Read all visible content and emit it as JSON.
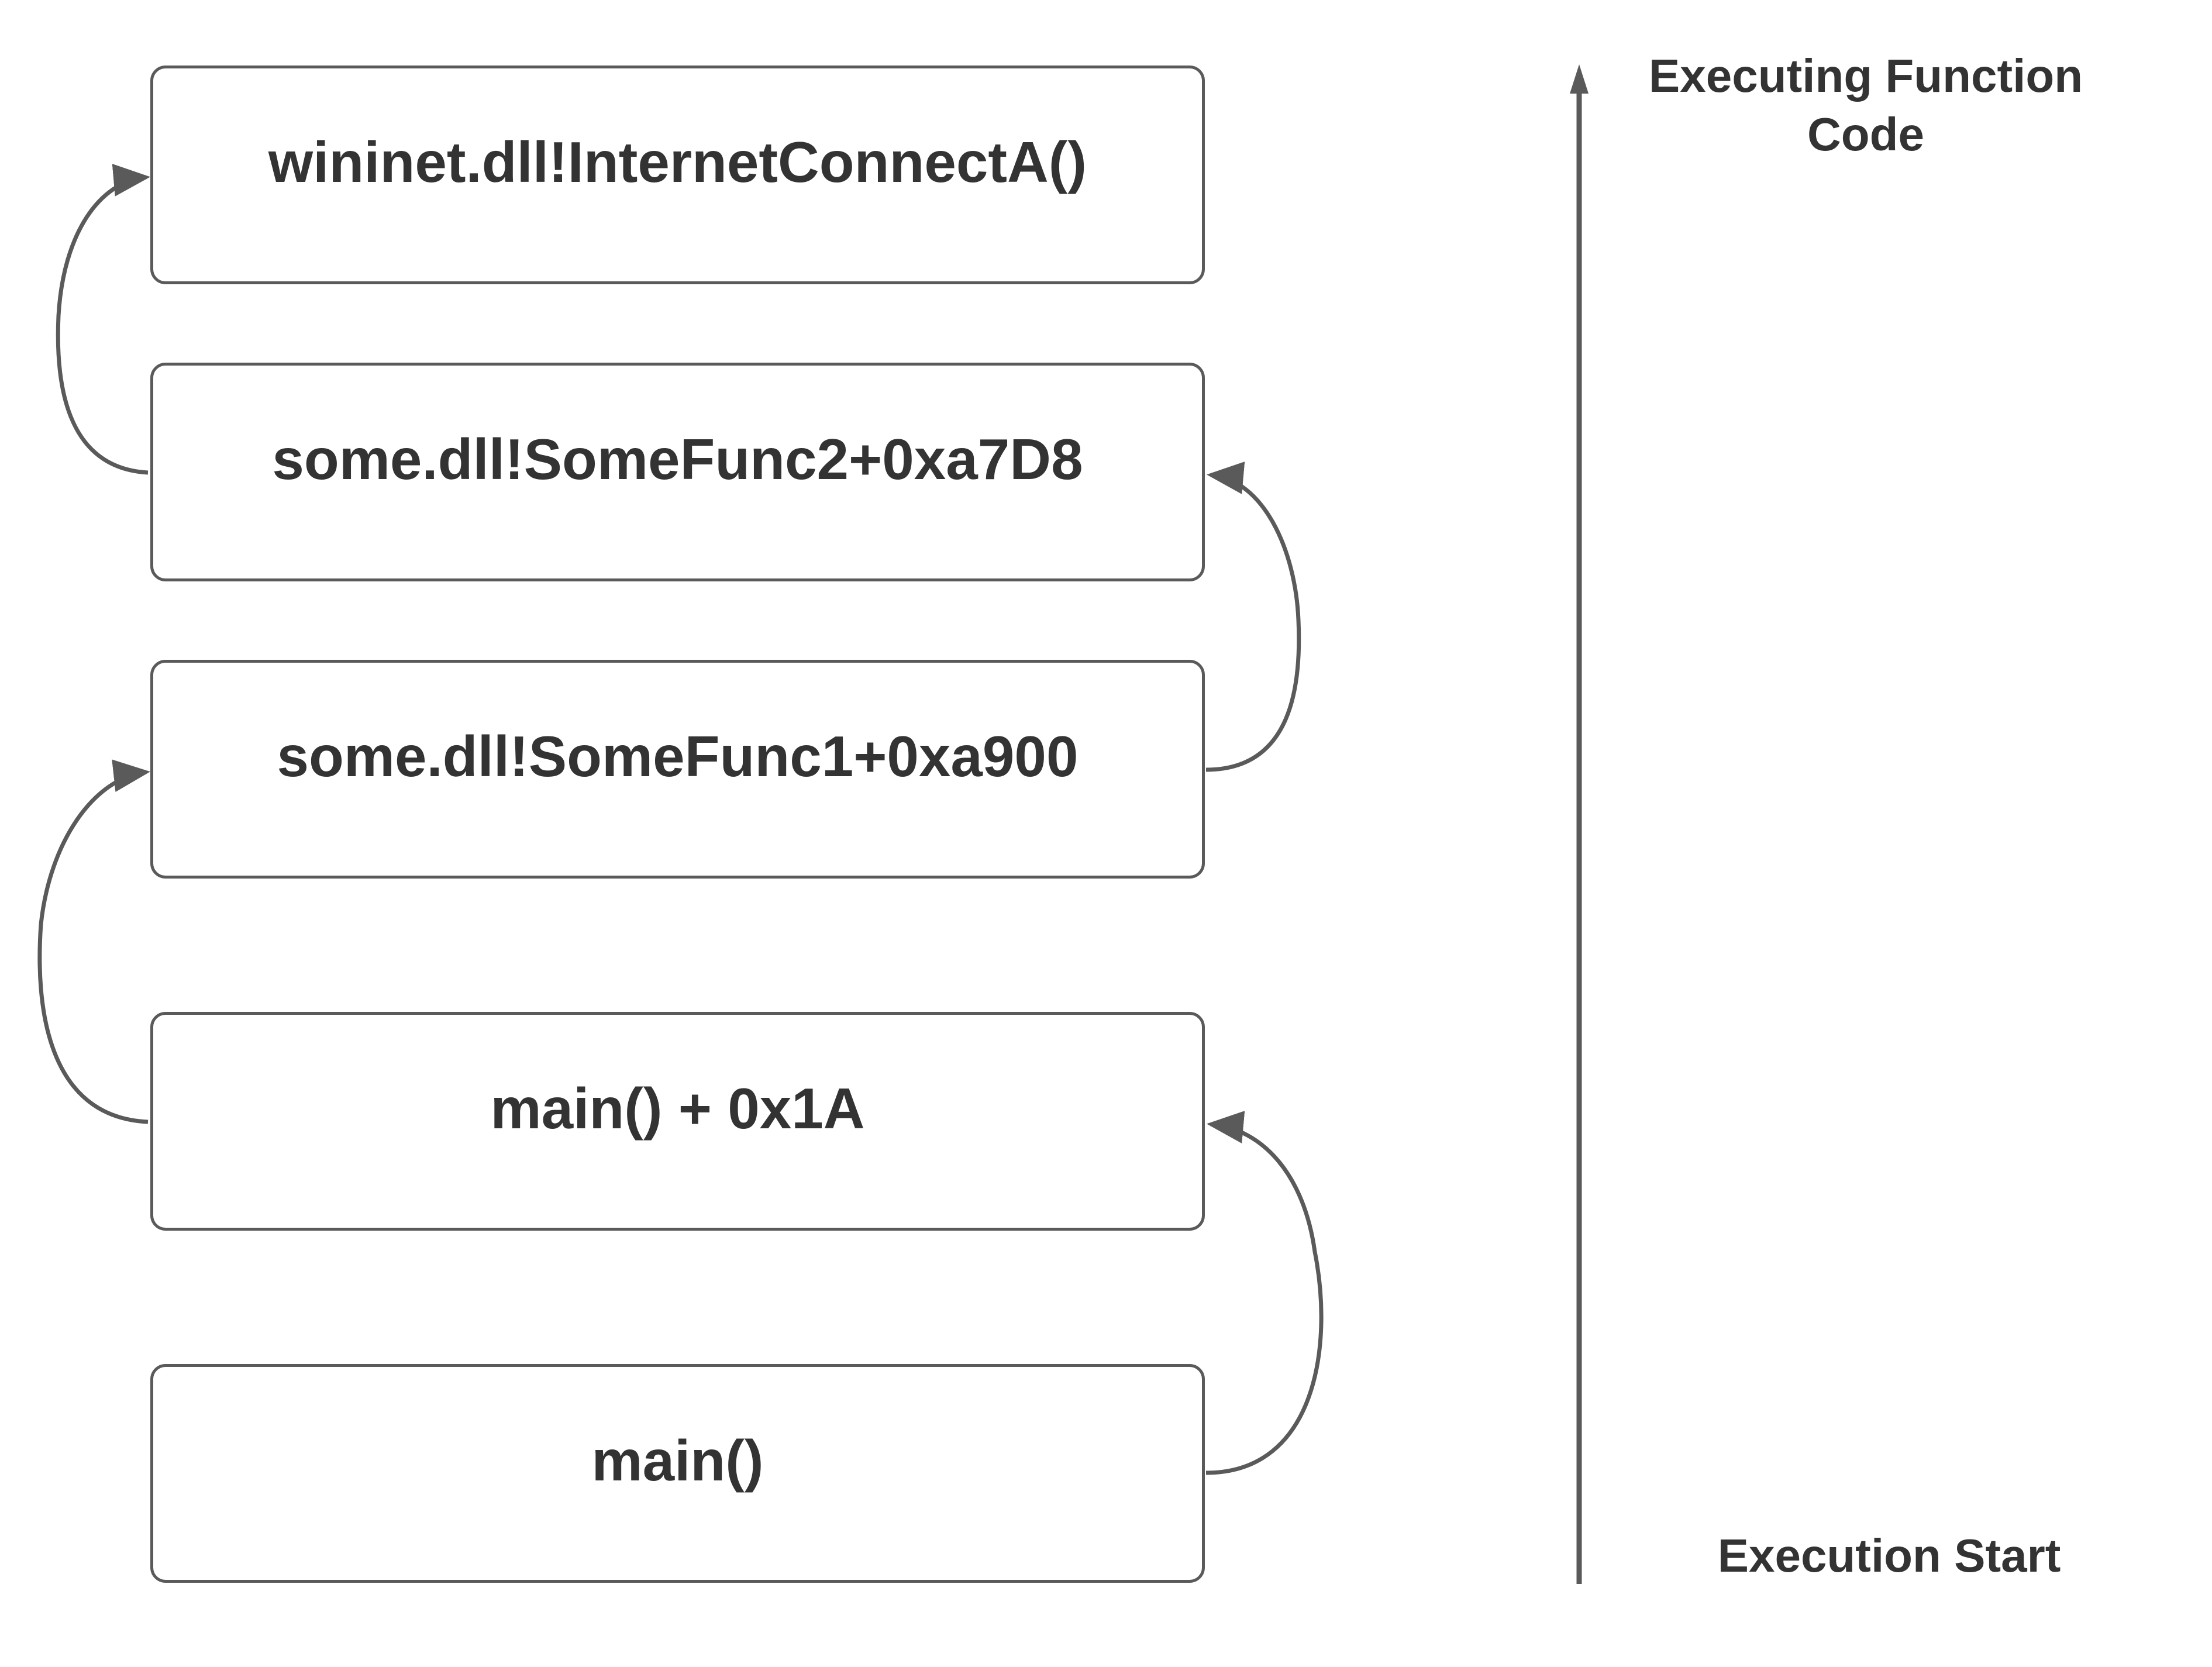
{
  "diagram": {
    "frames": [
      {
        "label": "wininet.dll!InternetConnectA()"
      },
      {
        "label": "some.dll!SomeFunc2+0xa7D8"
      },
      {
        "label": "some.dll!SomeFunc1+0xa900"
      },
      {
        "label": "main() + 0x1A"
      },
      {
        "label": "main()"
      }
    ],
    "axis": {
      "top_label_line1": "Executing Function",
      "top_label_line2": "Code",
      "bottom_label": "Execution Start"
    },
    "colors": {
      "stroke": "#5a5a5a",
      "text": "#333333",
      "background": "#ffffff"
    }
  }
}
